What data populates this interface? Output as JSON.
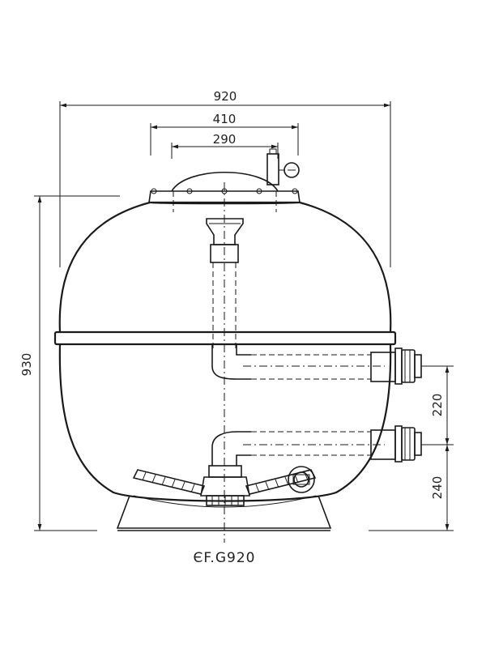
{
  "diagram": {
    "model_label": "ЄF.G920",
    "dimensions": {
      "overall_width": "920",
      "flange_width": "410",
      "inner_width": "290",
      "overall_height": "930",
      "port_spacing": "220",
      "lower_port_height": "240"
    }
  }
}
